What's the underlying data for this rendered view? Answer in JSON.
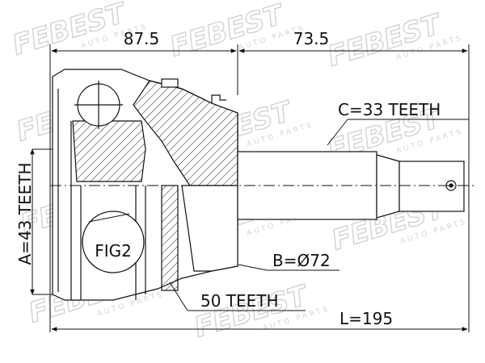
{
  "watermark": {
    "brand": "FEBEST",
    "tagline": "AUTO PARTS"
  },
  "dimensions": {
    "housing_length": "87.5",
    "shaft_length": "73.5",
    "total_length": "L=195"
  },
  "specs": {
    "outer_spline": "C=33 TEETH",
    "inner_spline": "A=43 TEETH",
    "seal_diameter": "B=Ø72",
    "abs_ring": "50 TEETH"
  },
  "callouts": {
    "detail_figure": "FIG2"
  },
  "colors": {
    "line": "#111111",
    "watermark": "#d2d2d2"
  }
}
